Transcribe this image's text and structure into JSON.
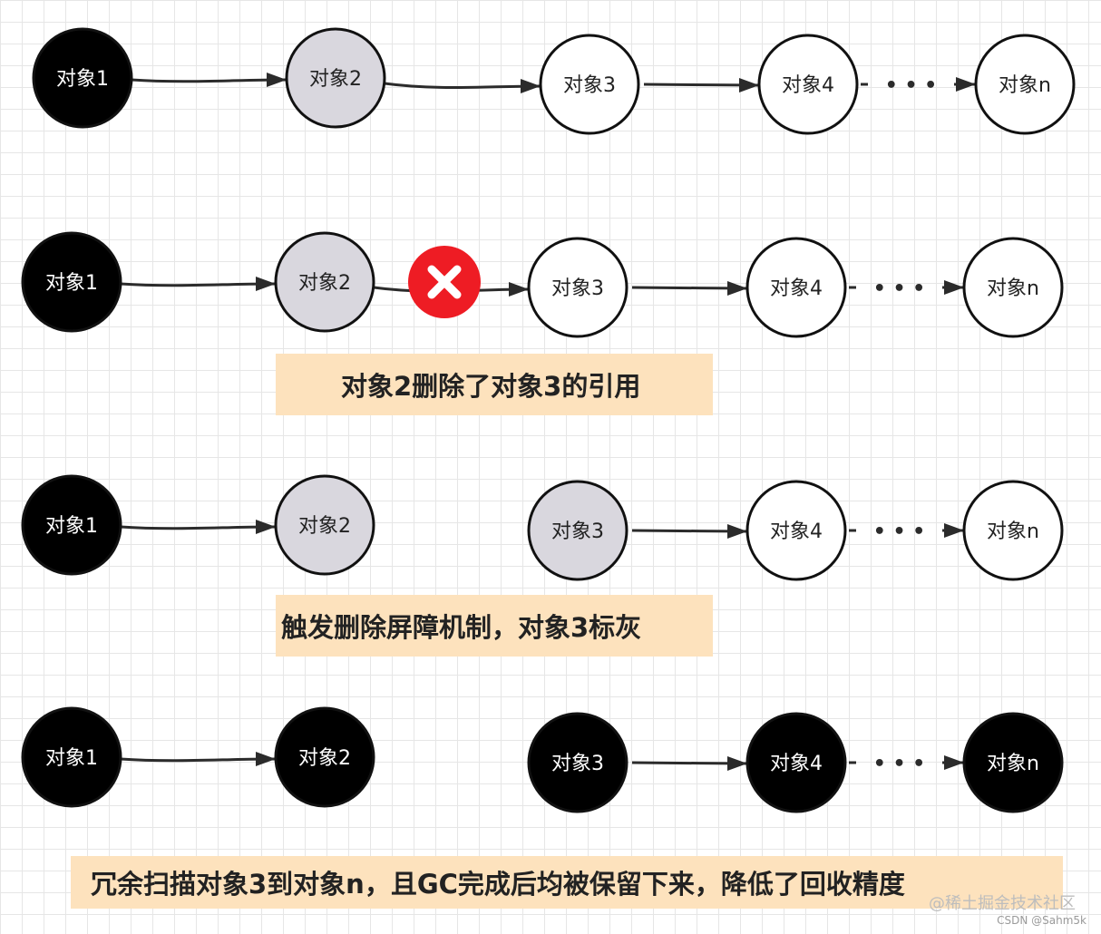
{
  "rows": [
    {
      "nodes": [
        {
          "label": "对象1",
          "fill": "#000000"
        },
        {
          "label": "对象2",
          "fill": "#d9d7de"
        },
        {
          "label": "对象3",
          "fill": "#ffffff"
        },
        {
          "label": "对象4",
          "fill": "#ffffff"
        },
        {
          "label": "对象n",
          "fill": "#ffffff"
        }
      ],
      "ellipsis": "• • •",
      "broken_link": false
    },
    {
      "nodes": [
        {
          "label": "对象1",
          "fill": "#000000"
        },
        {
          "label": "对象2",
          "fill": "#d9d7de"
        },
        {
          "label": "对象3",
          "fill": "#ffffff"
        },
        {
          "label": "对象4",
          "fill": "#ffffff"
        },
        {
          "label": "对象n",
          "fill": "#ffffff"
        }
      ],
      "ellipsis": "• • •",
      "broken_link": true
    },
    {
      "nodes": [
        {
          "label": "对象1",
          "fill": "#000000"
        },
        {
          "label": "对象2",
          "fill": "#d9d7de"
        },
        {
          "label": "对象3",
          "fill": "#d9d7de"
        },
        {
          "label": "对象4",
          "fill": "#ffffff"
        },
        {
          "label": "对象n",
          "fill": "#ffffff"
        }
      ],
      "ellipsis": "• • •",
      "broken_link": false,
      "link_2_3": false
    },
    {
      "nodes": [
        {
          "label": "对象1",
          "fill": "#000000"
        },
        {
          "label": "对象2",
          "fill": "#000000"
        },
        {
          "label": "对象3",
          "fill": "#000000"
        },
        {
          "label": "对象4",
          "fill": "#000000"
        },
        {
          "label": "对象n",
          "fill": "#000000"
        }
      ],
      "ellipsis": "• • •",
      "broken_link": false,
      "link_2_3": false
    }
  ],
  "captions": {
    "caption_1": "对象2删除了对象3的引用",
    "caption_2": "触发删除屏障机制，对象3标灰",
    "caption_3": "冗余扫描对象3到对象n，且GC完成后均被保留下来，降低了回收精度"
  },
  "watermark": {
    "site": "@稀土掘金技术社区",
    "author": "CSDN @Sahm5k"
  },
  "colors": {
    "black_node": "#000000",
    "grey_node": "#d9d7de",
    "white_node": "#ffffff",
    "delete_mark": "#ee1c24",
    "caption_bg": "#fde2bd"
  },
  "icons": {
    "delete_mark": "x-circle-icon"
  }
}
